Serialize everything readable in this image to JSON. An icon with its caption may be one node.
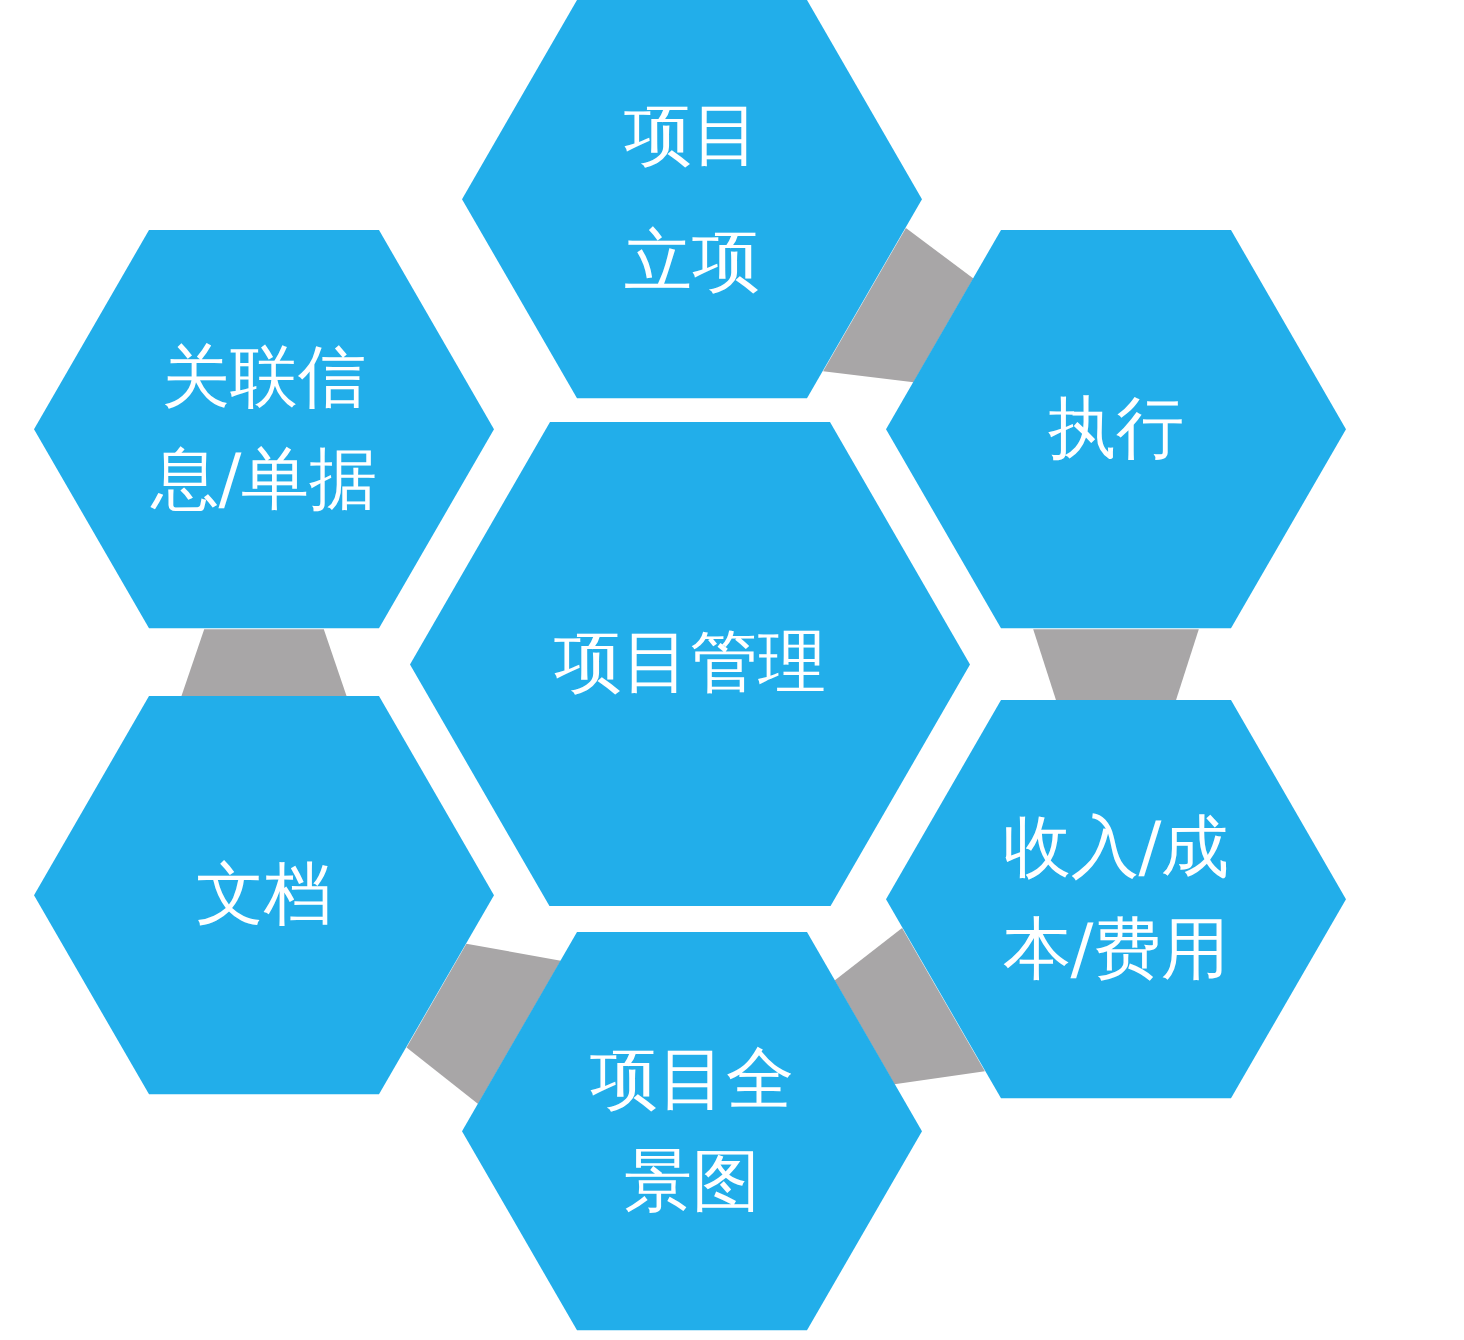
{
  "diagram": {
    "nodes": [
      {
        "text": [
          "项目立项"
        ]
      },
      {
        "text": [
          "关联信息/单据"
        ]
      },
      {
        "text": [
          "执行"
        ]
      },
      {
        "text": [
          "项目管理"
        ]
      },
      {
        "text": [
          "文档"
        ]
      },
      {
        "text": [
          "收入/成本/费用"
        ]
      },
      {
        "text": [
          "项目全景图"
        ]
      }
    ],
    "edges": [
      {
        "from": 0,
        "to": 2,
        "arrow": "none"
      },
      {
        "from": 2,
        "to": 5,
        "arrow": "none"
      },
      {
        "from": 5,
        "to": 6,
        "arrow": "none"
      },
      {
        "from": 6,
        "to": 4,
        "arrow": "none"
      },
      {
        "from": 4,
        "to": 1,
        "arrow": "none"
      }
    ]
  }
}
